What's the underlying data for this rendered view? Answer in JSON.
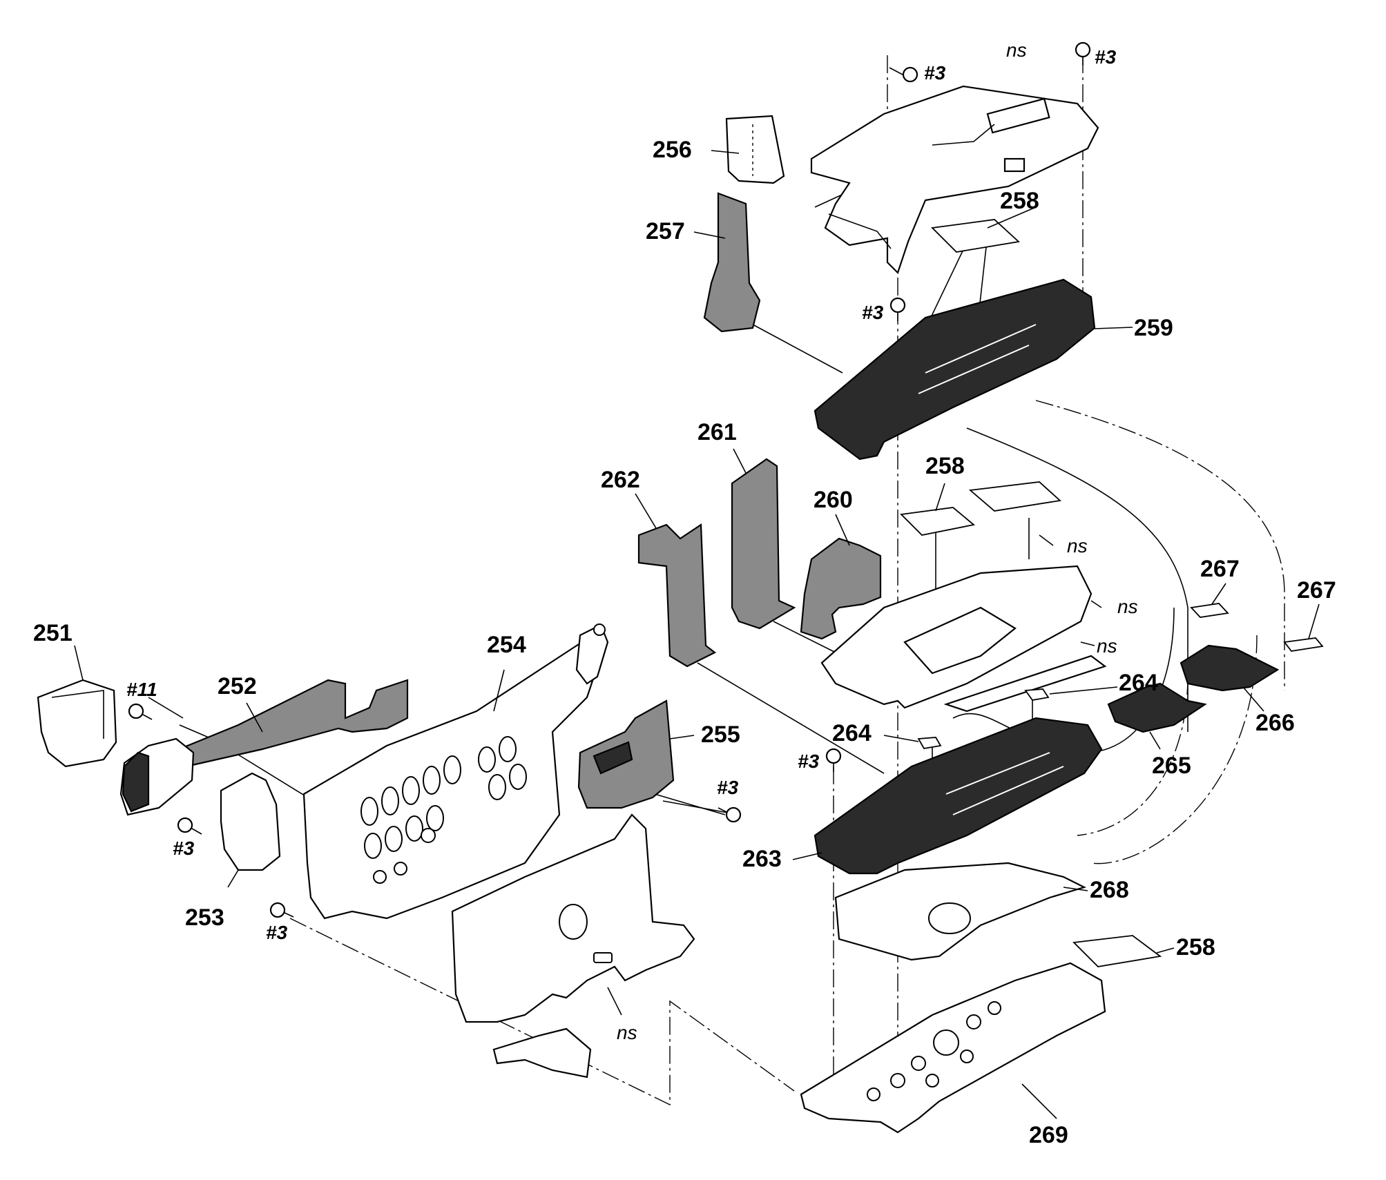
{
  "labels": {
    "l251": "251",
    "l252": "252",
    "l253": "253",
    "l254": "254",
    "l255": "255",
    "l256": "256",
    "l257": "257",
    "l258a": "258",
    "l258b": "258",
    "l258c": "258",
    "l259": "259",
    "l260": "260",
    "l261": "261",
    "l262": "262",
    "l263": "263",
    "l264a": "264",
    "l264b": "264",
    "l265": "265",
    "l266": "266",
    "l267a": "267",
    "l267b": "267",
    "l268": "268",
    "l269": "269"
  },
  "screws": {
    "s1": "#3",
    "s2": "#3",
    "s3": "#3",
    "s4": "#11",
    "s5": "#3",
    "s6": "#3",
    "s7": "#3",
    "s8": "#3"
  },
  "ns": {
    "n1": "ns",
    "n2": "ns",
    "n3": "ns",
    "n4": "ns",
    "n5": "ns"
  }
}
